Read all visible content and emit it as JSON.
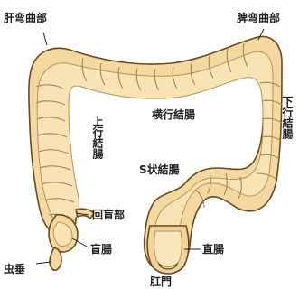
{
  "labels": {
    "hepatic_flexure": "肝弯曲部",
    "splenic_flexure": "脾弯曲部",
    "transverse_colon": "横行結腸",
    "ascending_colon": "上行結腸",
    "descending_colon": "下行結腸",
    "sigmoid_colon": "S状結腸",
    "ileocecal": "回盲部",
    "cecum": "盲腸",
    "rectum": "直腸",
    "appendix": "虫垂",
    "anus": "肛門"
  },
  "colors": {
    "colon_fill": "#f3d9a0",
    "colon_outline": "#6b4a20",
    "rectum_tip": "#d8e3a8",
    "text": "#222222"
  }
}
